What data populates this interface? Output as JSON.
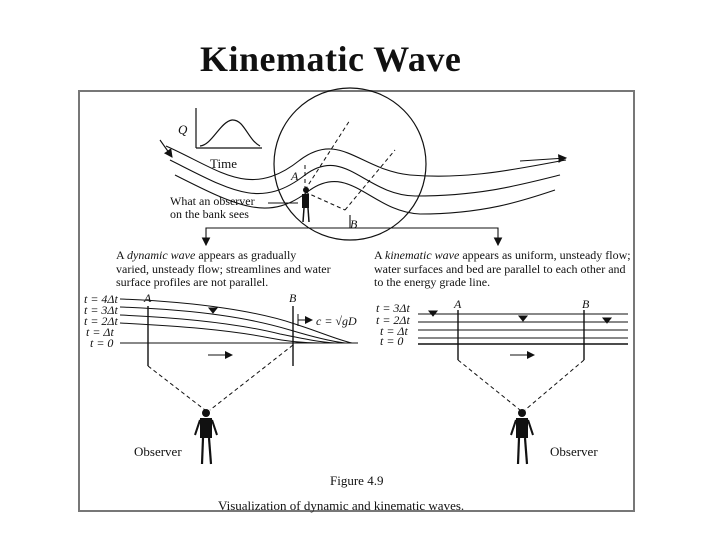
{
  "slide": {
    "title": "Kinematic Wave"
  },
  "figure": {
    "caption_number": "Figure 4.9",
    "caption_text": "Visualization of dynamic and kinematic waves.",
    "hydrograph": {
      "y_label": "Q",
      "x_label": "Time"
    },
    "top_labels": {
      "point_a": "A",
      "point_b": "B",
      "observer_note": [
        "What an observer",
        "on the bank sees"
      ]
    },
    "dynamic_wave": {
      "desc_pre": "A ",
      "desc_em": "dynamic wave",
      "desc_post": " appears as gradually varied, unsteady flow; streamlines and water surface profiles are not parallel.",
      "time_labels": [
        "t = 4Δt",
        "t = 3Δt",
        "t = 2Δt",
        "t = Δt",
        "t = 0"
      ],
      "point_a": "A",
      "point_b": "B",
      "celerity": "c = √gD",
      "observer_label": "Observer"
    },
    "kinematic_wave": {
      "desc_pre": "A ",
      "desc_em": "kinematic wave",
      "desc_post": " appears as uniform, unsteady flow; water surfaces and bed are parallel to each other and to the energy grade line.",
      "time_labels": [
        "t = 3Δt",
        "t = 2Δt",
        "t = Δt",
        "t = 0"
      ],
      "point_a": "A",
      "point_b": "B",
      "observer_label": "Observer"
    }
  },
  "colors": {
    "line": "#111111",
    "frame": "#777777",
    "background": "#ffffff"
  }
}
